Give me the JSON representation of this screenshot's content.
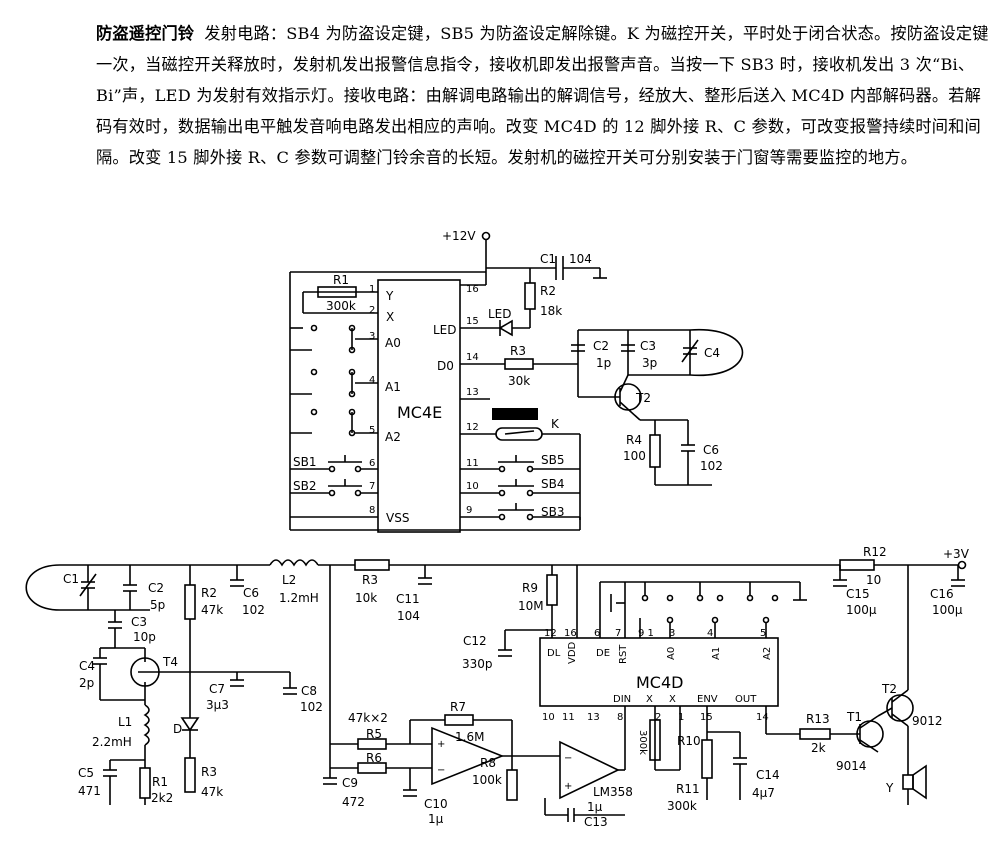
{
  "description": {
    "title": "防盗遥控门铃",
    "body": "发射电路：SB4 为防盗设定键，SB5 为防盗设定解除键。K 为磁控开关，平时处于闭合状态。按防盗设定键一次，当磁控开关释放时，发射机发出报警信息指令，接收机即发出报警声音。当按一下 SB3 时，接收机发出 3 次“Bi、Bi”声，LED 为发射有效指示灯。接收电路：由解调电路输出的解调信号，经放大、整形后送入 MC4D 内部解码器。若解码有效时，数据输出电平触发音响电路发出相应的声响。改变 MC4D 的 12 脚外接 R、C 参数，可改变报警持续时间和间隔。改变 15 脚外接 R、C 参数可调整门铃余音的长短。发射机的磁控开关可分别安装于门窗等需要监控的地方。"
  },
  "transmitter": {
    "supply": "+12V",
    "ic": "MC4E",
    "pins": {
      "y": "Y",
      "x": "X",
      "a0": "A0",
      "a1": "A1",
      "a2": "A2",
      "led": "LED",
      "d0": "D0",
      "vss": "VSS",
      "n1": "1",
      "n2": "2",
      "n3": "3",
      "n4": "4",
      "n5": "5",
      "n6": "6",
      "n7": "7",
      "n8": "8",
      "n9": "9",
      "n10": "10",
      "n11": "11",
      "n12": "12",
      "n13": "13",
      "n14": "14",
      "n15": "15",
      "n16": "16"
    },
    "r1": "R1",
    "r1v": "300k",
    "r2": "R2",
    "r2v": "18k",
    "r3": "R3",
    "r3v": "30k",
    "r4": "R4",
    "r4v": "100",
    "c1": "C1",
    "c1v": "104",
    "c2": "C2",
    "c2v": "1p",
    "c3": "C3",
    "c3v": "3p",
    "c4": "C4",
    "c6": "C6",
    "c6v": "102",
    "t2": "T2",
    "led": "LED",
    "k": "K",
    "sb1": "SB1",
    "sb2": "SB2",
    "sb3": "SB3",
    "sb4": "SB4",
    "sb5": "SB5"
  },
  "receiver": {
    "supply": "+3V",
    "ic": "MC4D",
    "opamp": "LM358",
    "pins": {
      "dl": "DL",
      "vdd": "VDD",
      "de": "DE",
      "rst": "RST",
      "a0": "A0",
      "a1": "A1",
      "a2": "A2",
      "din": "DIN",
      "x1": "X",
      "x2": "X",
      "env": "ENV",
      "out": "OUT",
      "n12": "12",
      "n16": "16",
      "n6": "6",
      "n7": "7",
      "n91": "9 1",
      "n3": "3",
      "n4": "4",
      "n5": "5",
      "n10": "10",
      "n11": "11",
      "n13": "13",
      "n8": "8",
      "n2": "2",
      "n1": "1",
      "n15": "15",
      "n14": "14"
    },
    "c1": "C1",
    "c2": "C2",
    "c2v": "5p",
    "c3": "C3",
    "c3v": "10p",
    "c4": "C4",
    "c4v": "2p",
    "c5": "C5",
    "c5v": "471",
    "c6": "C6",
    "c6v": "102",
    "c7": "C7",
    "c7v": "3μ3",
    "c8": "C8",
    "c8v": "102",
    "c9": "C9",
    "c9v": "472",
    "c10": "C10",
    "c10v": "1μ",
    "c11": "C11",
    "c11v": "104",
    "c12": "C12",
    "c12v": "330p",
    "c13": "C13",
    "c13v": "1μ",
    "c14": "C14",
    "c14v": "4μ7",
    "c15": "C15",
    "c15v": "100μ",
    "c16": "C16",
    "c16v": "100μ",
    "l1": "L1",
    "l1v": "2.2mH",
    "l2": "L2",
    "l2v": "1.2mH",
    "r1": "R1",
    "r1v": "2k2",
    "r2": "R2",
    "r2v": "47k",
    "r3": "R3",
    "r3v": "47k",
    "r3b": "R3",
    "r3bv": "10k",
    "r5": "R5",
    "r56v": "47k×2",
    "r6": "R6",
    "r7": "R7",
    "r7v": "1.6M",
    "r8": "R8",
    "r8v": "100k",
    "r9": "R9",
    "r9v": "10M",
    "r10": "R10",
    "r10v": "300k",
    "r11": "R11",
    "r11v": "300k",
    "r12": "R12",
    "r12v": "10",
    "r13": "R13",
    "r13v": "2k",
    "t1": "T1",
    "t1v": "9014",
    "t2": "T2",
    "t2v": "9012",
    "t4": "T4",
    "y": "Y",
    "d": "D"
  }
}
